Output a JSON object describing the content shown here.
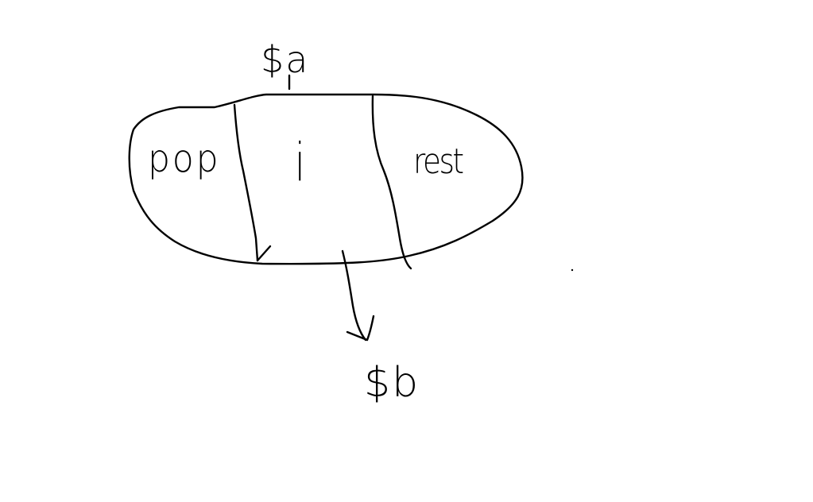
{
  "diagram": {
    "top_label": "$a",
    "segments": [
      {
        "text": "pop"
      },
      {
        "text": "i"
      },
      {
        "text": "rest"
      }
    ],
    "bottom_label": "$b",
    "ink_color": "#000000",
    "background_color": "#ffffff"
  }
}
